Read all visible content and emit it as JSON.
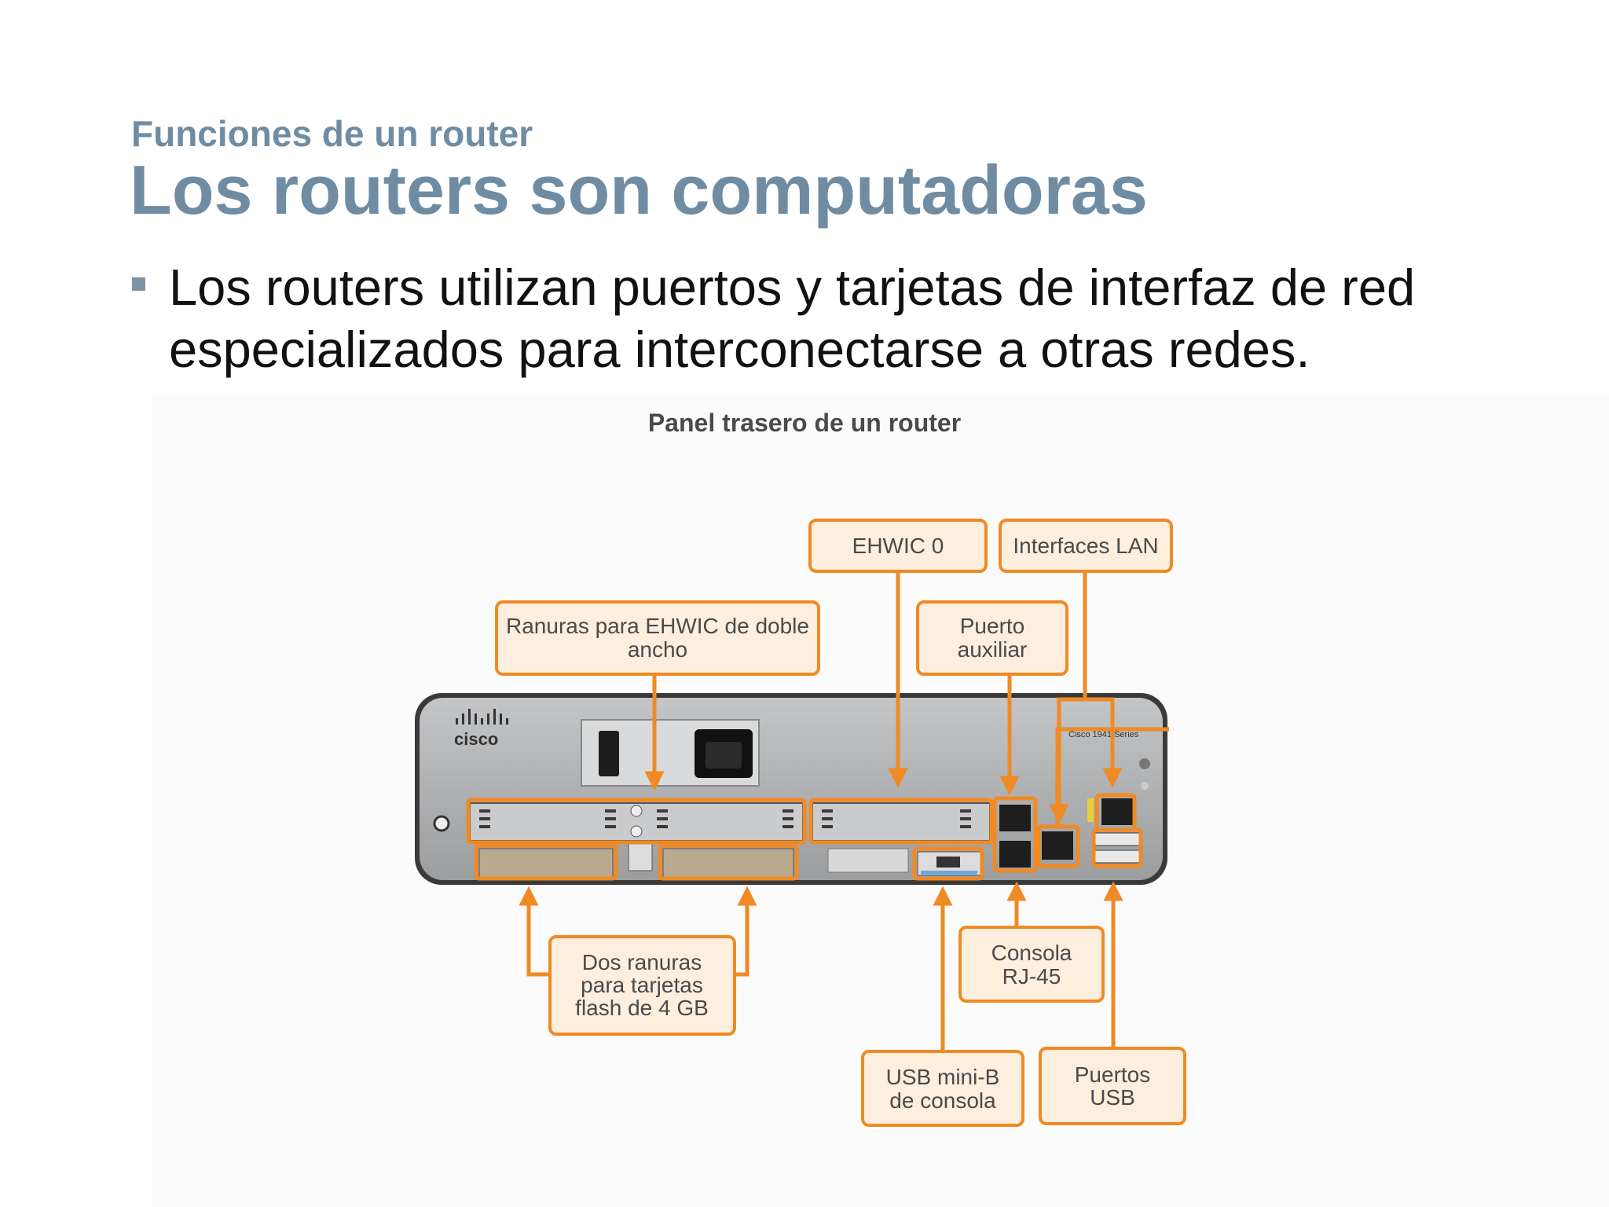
{
  "slide": {
    "subtitle": "Funciones de un router",
    "title": "Los routers son computadoras",
    "bullet": "Los routers utilizan puertos y tarjetas de interfaz de red especializados para interconectarse a otras redes."
  },
  "figure": {
    "title": "Panel trasero de un router",
    "device_logo": "cisco",
    "device_series": "Cisco 1941 Series",
    "callouts": {
      "ehwic0": "EHWIC 0",
      "lan": "Interfaces LAN",
      "double_wide_1": "Ranuras para EHWIC de doble",
      "double_wide_2": "ancho",
      "aux_1": "Puerto",
      "aux_2": "auxiliar",
      "flash_1": "Dos ranuras",
      "flash_2": "para tarjetas",
      "flash_3": "flash de 4 GB",
      "console_1": "Consola",
      "console_2": "RJ-45",
      "usb_mini_1": "USB mini-B",
      "usb_mini_2": "de consola",
      "usb_1": "Puertos",
      "usb_2": "USB"
    },
    "colors": {
      "accent": "#f08a24",
      "callout_bg": "#fdeede",
      "title_blue": "#6f8ca3",
      "chassis": "#a7a9ab"
    }
  }
}
